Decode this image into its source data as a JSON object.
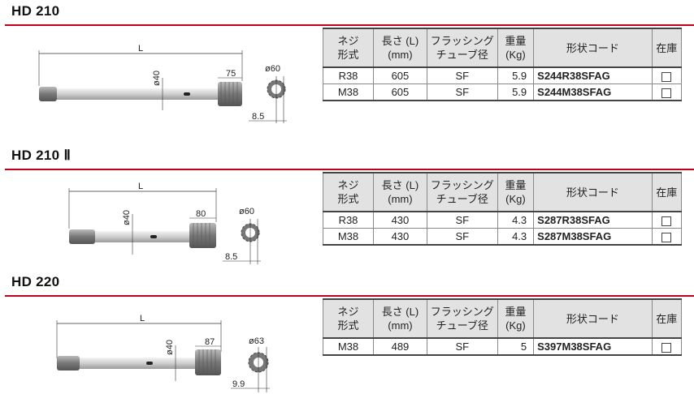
{
  "columns": [
    "ネジ\n形式",
    "長さ (L)\n(mm)",
    "フラッシング\nチューブ径",
    "重量\n(Kg)",
    "形状コード",
    "在庫"
  ],
  "sections": [
    {
      "title": "HD 210",
      "dims": {
        "L": "L",
        "diameter": "ø40",
        "spline_length": "75",
        "head_diameter": "ø60",
        "offset": "8.5"
      },
      "rows": [
        {
          "thread": "R38",
          "length": "605",
          "tube": "SF",
          "weight": "5.9",
          "code": "S244R38SFAG"
        },
        {
          "thread": "M38",
          "length": "605",
          "tube": "SF",
          "weight": "5.9",
          "code": "S244M38SFAG"
        }
      ]
    },
    {
      "title": "HD 210 Ⅱ",
      "dims": {
        "L": "L",
        "diameter": "ø40",
        "spline_length": "80",
        "head_diameter": "ø60",
        "offset": "8.5"
      },
      "rows": [
        {
          "thread": "R38",
          "length": "430",
          "tube": "SF",
          "weight": "4.3",
          "code": "S287R38SFAG"
        },
        {
          "thread": "M38",
          "length": "430",
          "tube": "SF",
          "weight": "4.3",
          "code": "S287M38SFAG"
        }
      ]
    },
    {
      "title": "HD 220",
      "dims": {
        "L": "L",
        "diameter": "ø40",
        "spline_length": "87",
        "head_diameter": "ø63",
        "offset": "9.9"
      },
      "rows": [
        {
          "thread": "M38",
          "length": "489",
          "tube": "SF",
          "weight": "5",
          "code": "S397M38SFAG"
        }
      ]
    }
  ]
}
